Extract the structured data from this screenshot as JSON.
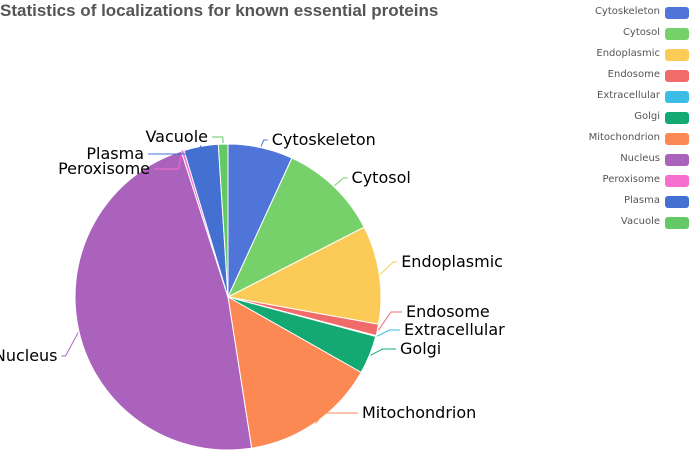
{
  "chart_data": {
    "type": "pie",
    "title": "Statistics of localizations for known essential proteins",
    "slices": [
      {
        "name": "Cytoskeleton",
        "value": 6.8,
        "color": "#4f75d9"
      },
      {
        "name": "Cytosol",
        "value": 10.5,
        "color": "#77d16b"
      },
      {
        "name": "Endoplasmic",
        "value": 10.3,
        "color": "#fccb57"
      },
      {
        "name": "Endosome",
        "value": 1.2,
        "color": "#f16b6b"
      },
      {
        "name": "Extracellular",
        "value": 0.1,
        "color": "#3cbde6"
      },
      {
        "name": "Golgi",
        "value": 4.0,
        "color": "#14a872"
      },
      {
        "name": "Mitochondrion",
        "value": 14.2,
        "color": "#fc8853"
      },
      {
        "name": "Nucleus",
        "value": 47.1,
        "color": "#ab62bd"
      },
      {
        "name": "Peroxisome",
        "value": 0.3,
        "color": "#f66fcd"
      },
      {
        "name": "Plasma",
        "value": 3.6,
        "color": "#4470d1"
      },
      {
        "name": "Vacuole",
        "value": 1.0,
        "color": "#63c866"
      }
    ],
    "legend_position": "top-right"
  }
}
